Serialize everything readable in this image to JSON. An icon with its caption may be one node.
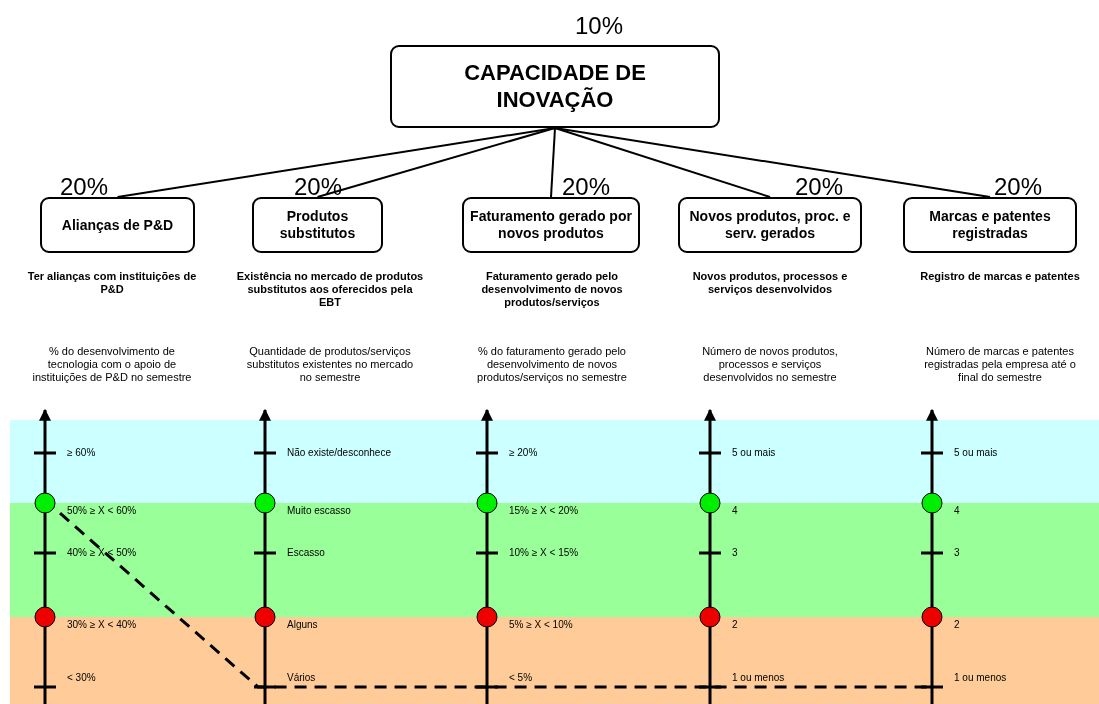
{
  "diagram": {
    "nodes": [
      {
        "text": [
          "CAPACIDADE DE INOVAÇÃO"
        ],
        "beside": [
          "10%"
        ]
      },
      {
        "text": [
          "Alianças de P&D"
        ],
        "beside": [
          "20%"
        ]
      },
      {
        "text": [
          "Produtos substitutos"
        ],
        "beside": [
          "20%"
        ]
      },
      {
        "text": [
          "Faturamento gerado por novos produtos"
        ],
        "beside": [
          "20%"
        ]
      },
      {
        "text": [
          "Novos produtos, proc. e serv. gerados"
        ],
        "beside": [
          "20%"
        ]
      },
      {
        "text": [
          "Marcas e patentes registradas"
        ],
        "beside": [
          "20%"
        ]
      }
    ],
    "edges": [
      {
        "from": 0,
        "to": 1,
        "arrow": "none"
      },
      {
        "from": 0,
        "to": 2,
        "arrow": "none"
      },
      {
        "from": 0,
        "to": 3,
        "arrow": "none"
      },
      {
        "from": 0,
        "to": 4,
        "arrow": "none"
      },
      {
        "from": 0,
        "to": 5,
        "arrow": "none"
      }
    ],
    "labels": [
      "Ter alianças com instituições de P&D",
      "Existência no mercado de produtos substitutos aos oferecidos pela EBT",
      "Faturamento gerado pelo desenvolvimento de novos produtos/serviços",
      "Novos produtos, processos e serviços desenvolvidos",
      "Registro de marcas e patentes",
      "% do desenvolvimento de tecnologia com o apoio de instituições de P&D no semestre",
      "Quantidade de produtos/serviços substitutos existentes no mercado no semestre",
      "% do faturamento gerado pelo desenvolvimento de novos produtos/serviços no semestre",
      "Número de novos produtos, processos e serviços desenvolvidos no semestre",
      "Número de marcas e patentes registradas pela empresa até o final do semestre",
      "≥ 60%",
      "Não existe/desconhece",
      "≥ 20%",
      "5 ou mais",
      "5 ou mais",
      "50% ≥ X < 60%",
      "Muito escasso",
      "15% ≥ X < 20%",
      "4",
      "4",
      "40% ≥ X < 50%",
      "Escasso",
      "10% ≥ X < 15%",
      "3",
      "3",
      "30% ≥ X < 40%",
      "Alguns",
      "5% ≥ X < 10%",
      "2",
      "2",
      "< 30%",
      "Vários",
      "< 5%",
      "1 ou menos",
      "1 ou menos"
    ]
  }
}
